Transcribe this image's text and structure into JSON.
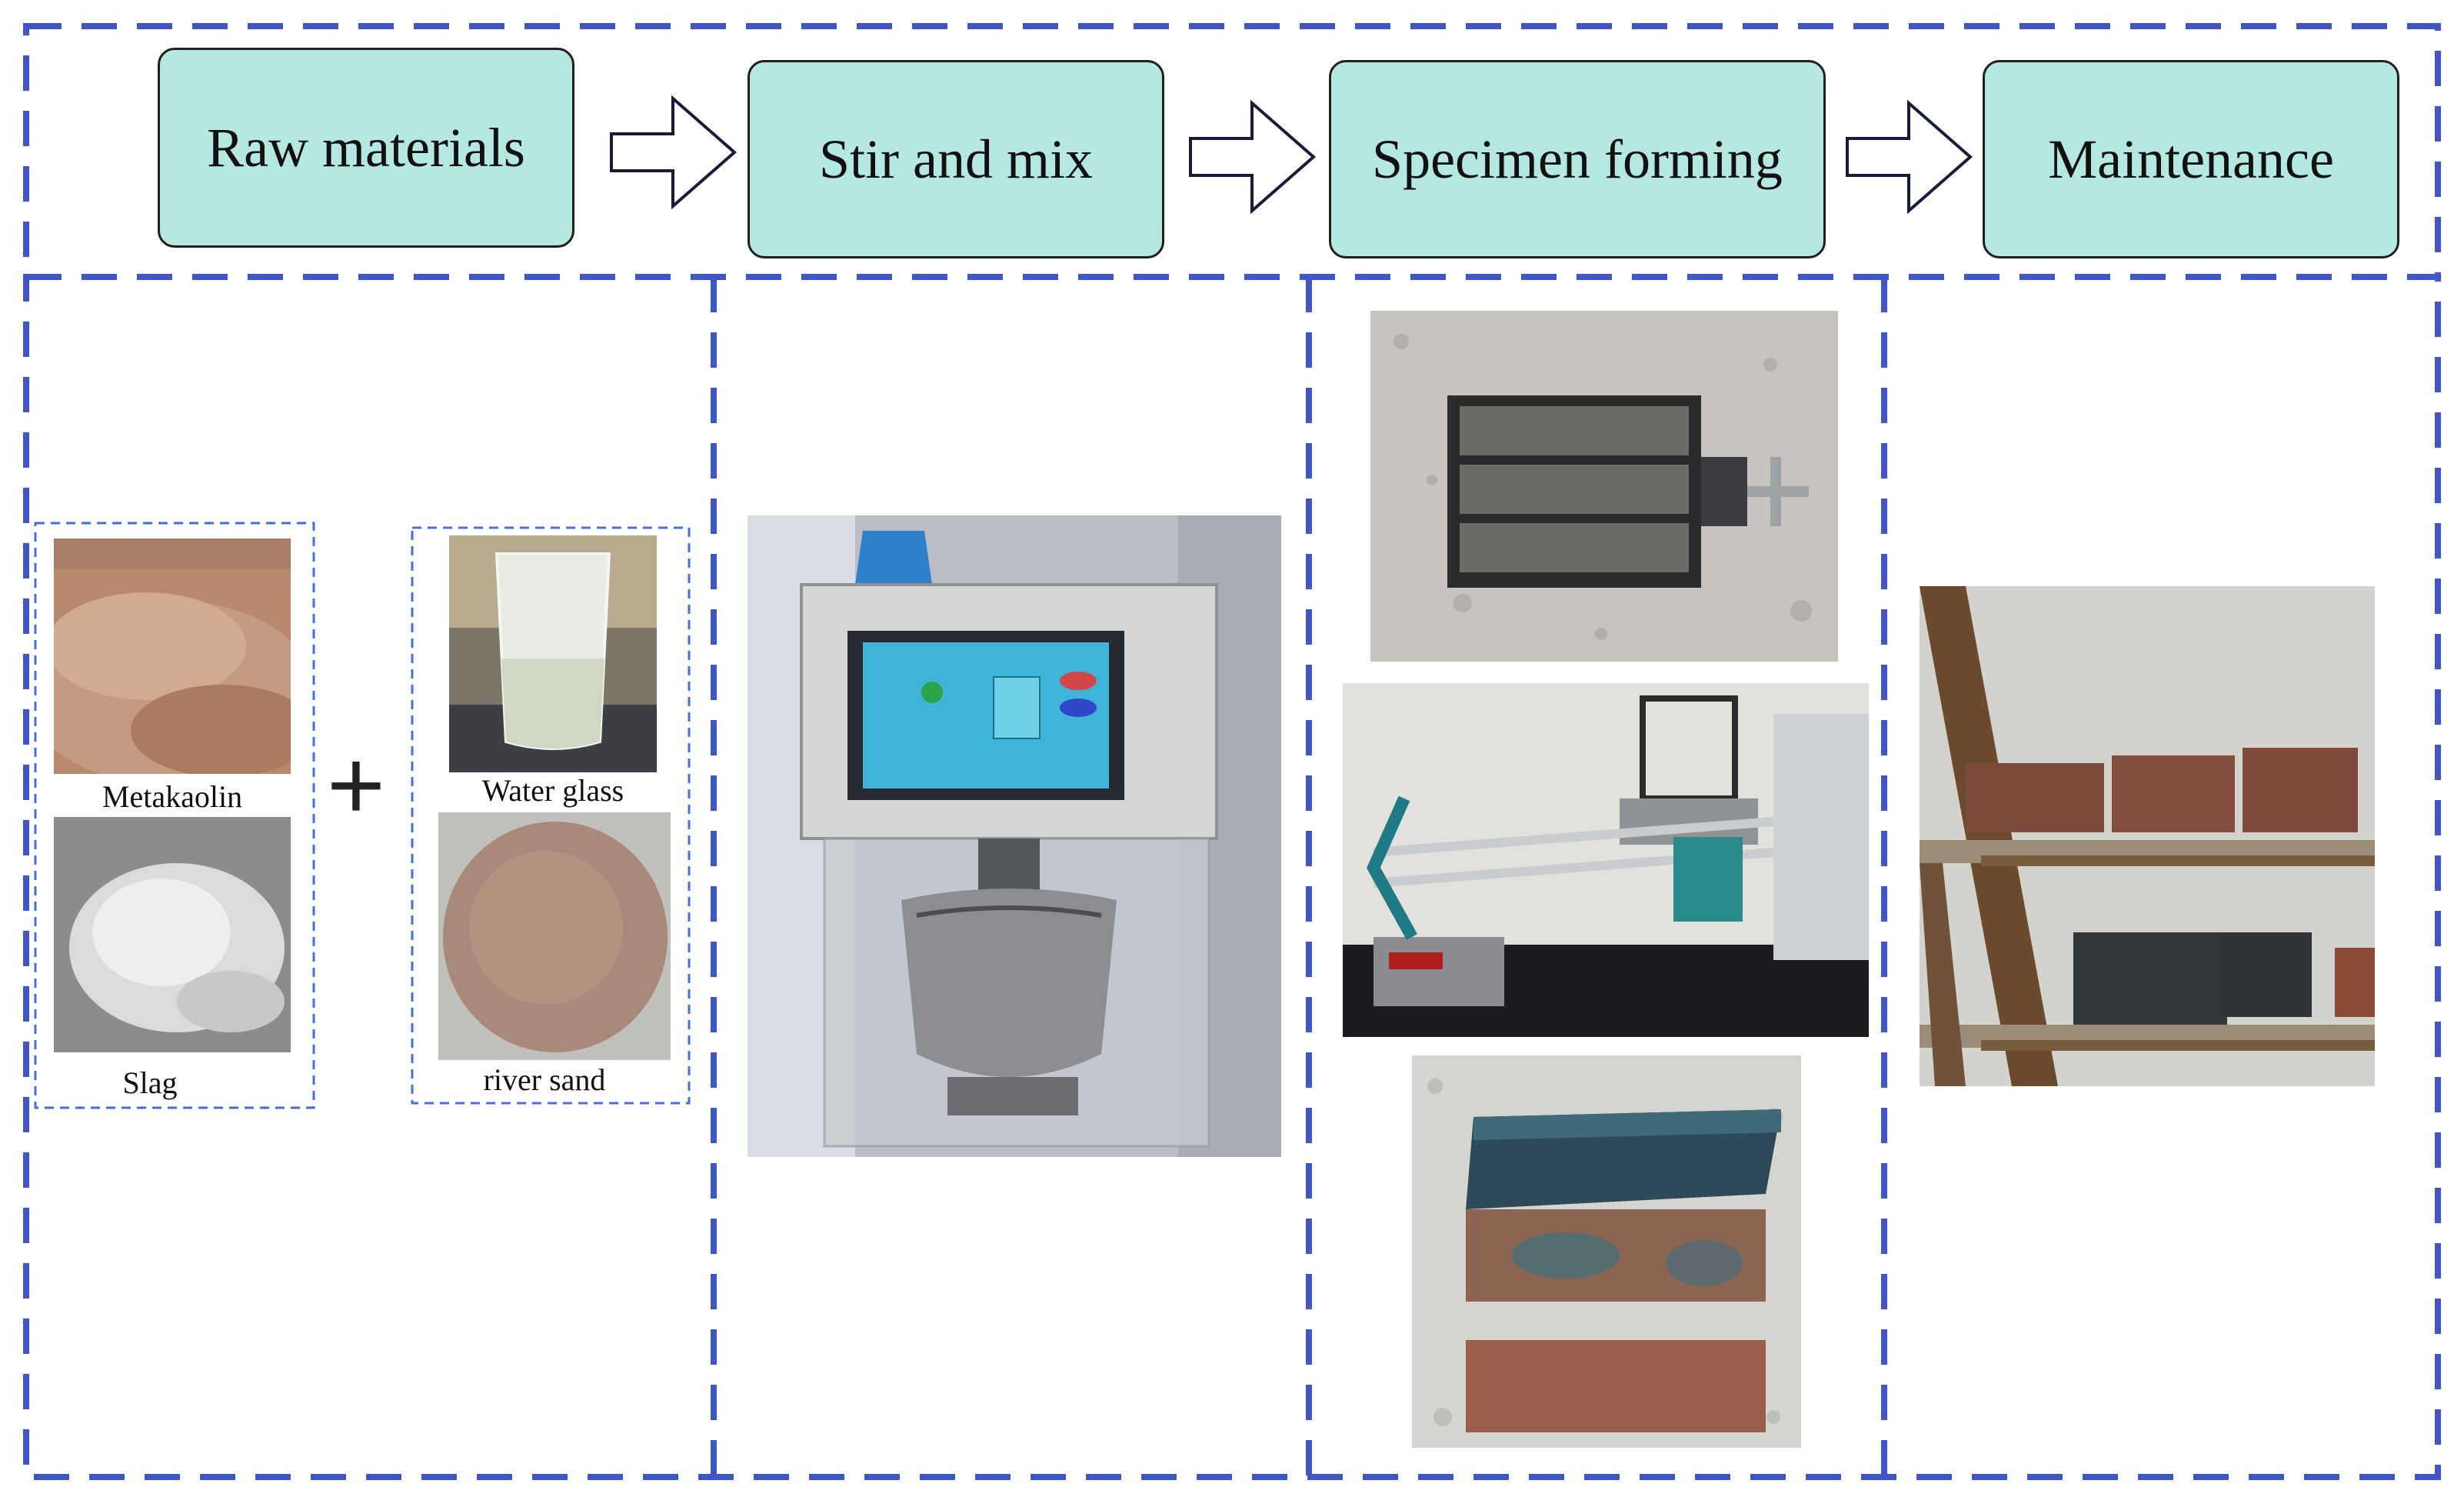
{
  "process_steps": [
    {
      "label": "Raw materials"
    },
    {
      "label": "Stir and mix"
    },
    {
      "label": "Specimen forming"
    },
    {
      "label": "Maintenance"
    }
  ],
  "raw_materials": {
    "left_group": [
      "Metakaolin",
      "Slag"
    ],
    "operator": "+",
    "right_group": [
      "Water glass",
      "river sand"
    ]
  },
  "colors": {
    "step_fill": "#b6e8e2",
    "dashed_border": "#3f56c4",
    "inner_dashed": "#4a6fd0"
  },
  "photos": {
    "stir_and_mix": "mixer-machine-photo",
    "specimen_forming": [
      "steel-mould-photo",
      "vibration-table-photo",
      "specimen-bars-photo"
    ],
    "maintenance": "curing-rack-photo"
  }
}
